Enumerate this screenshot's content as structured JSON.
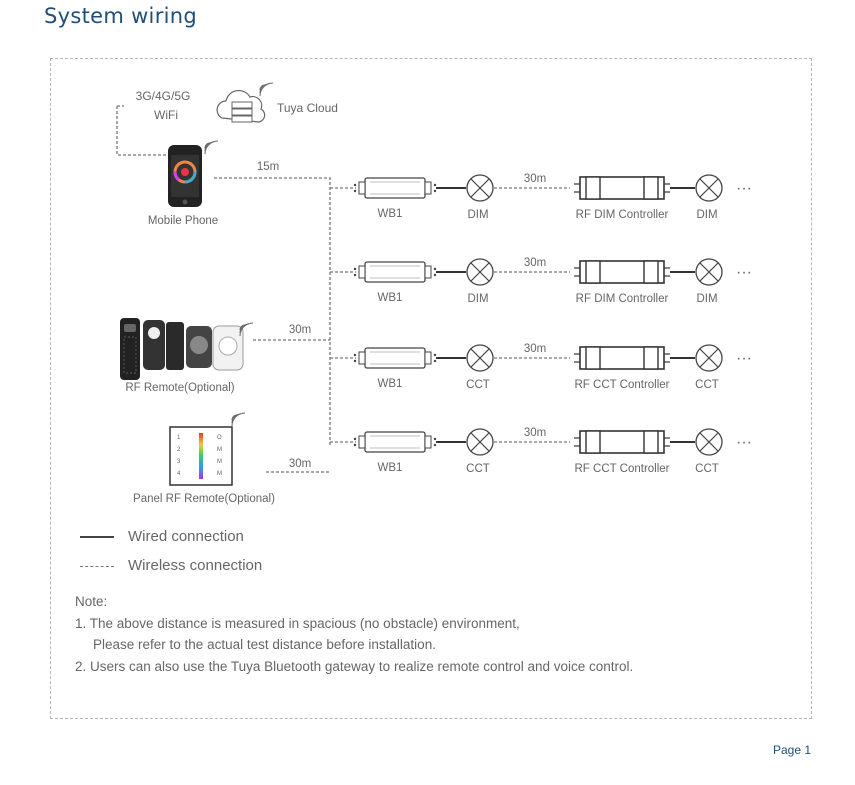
{
  "title": "System wiring",
  "top": {
    "network_label": "3G/4G/5G",
    "wifi_label": "WiFi",
    "cloud_label": "Tuya Cloud",
    "phone_label": "Mobile Phone",
    "phone_distance": "15m"
  },
  "remotes": {
    "rf_label": "RF Remote(Optional)",
    "rf_distance": "30m",
    "panel_label": "Panel RF Remote(Optional)",
    "panel_distance": "30m",
    "panel_zones": [
      "1",
      "2",
      "3",
      "4"
    ],
    "panel_zone_marks": [
      "O",
      "M",
      "M",
      "M"
    ]
  },
  "rows": [
    {
      "gateway": "WB1",
      "load": "DIM",
      "distance": "30m",
      "controller": "RF DIM Controller",
      "end_load": "DIM",
      "more": "···"
    },
    {
      "gateway": "WB1",
      "load": "DIM",
      "distance": "30m",
      "controller": "RF DIM Controller",
      "end_load": "DIM",
      "more": "···"
    },
    {
      "gateway": "WB1",
      "load": "CCT",
      "distance": "30m",
      "controller": "RF CCT Controller",
      "end_load": "CCT",
      "more": "···"
    },
    {
      "gateway": "WB1",
      "load": "CCT",
      "distance": "30m",
      "controller": "RF CCT Controller",
      "end_load": "CCT",
      "more": "···"
    }
  ],
  "legend": {
    "wired": "Wired connection",
    "wireless": "Wireless connection"
  },
  "notes": {
    "heading": "Note:",
    "line1": "1. The above distance is measured in spacious (no obstacle) environment,",
    "line1b": "Please refer to the actual test distance before installation.",
    "line2": "2. Users can also use the Tuya Bluetooth gateway to realize remote control and voice control."
  },
  "page_label": "Page 1",
  "colors": {
    "title": "#1f4e79",
    "line": "#555555",
    "dashed": "#888888"
  }
}
